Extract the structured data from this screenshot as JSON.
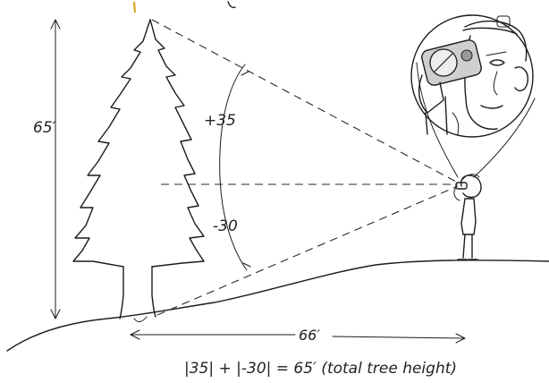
{
  "diagram": {
    "height_label": "65′",
    "angle_up_label": "+35",
    "angle_down_label": "-30",
    "distance_label": "66′",
    "formula": "|35| + |-30| = 65′ (total tree height)"
  },
  "colors": {
    "ink": "#1c1c1c",
    "compass_accent": "#d4a017"
  }
}
